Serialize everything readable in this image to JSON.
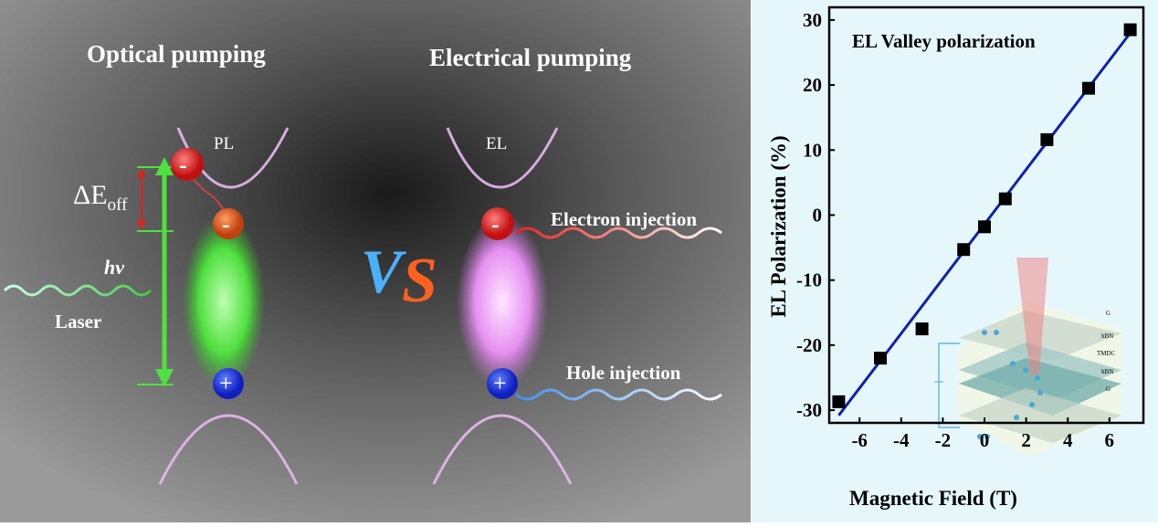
{
  "diagram": {
    "optical_title": "Optical pumping",
    "electrical_title": "Electrical pumping",
    "pl_label": "PL",
    "el_label": "EL",
    "delta_e_label": "ΔE",
    "delta_e_sub": "off",
    "hv_label": "hv",
    "laser_label": "Laser",
    "electron_injection": "Electron injection",
    "hole_injection": "Hole injection",
    "vs_label": "VS",
    "minus": "-",
    "plus": "+"
  },
  "inset": {
    "layers": [
      "G",
      "hBN",
      "TMDC",
      "hBN",
      "G"
    ]
  },
  "chart_data": {
    "type": "scatter",
    "title": "EL Valley polarization",
    "xlabel": "Magnetic Field (T)",
    "ylabel": "EL Polarization (%)",
    "xlim": [
      -7.4,
      7.7
    ],
    "ylim": [
      -32,
      32
    ],
    "xticks": [
      -6,
      -4,
      -2,
      0,
      2,
      4,
      6
    ],
    "yticks": [
      -30,
      -20,
      -10,
      0,
      10,
      20,
      30
    ],
    "x": [
      -7,
      -5,
      -3,
      -1,
      0,
      1,
      3,
      5,
      7
    ],
    "y": [
      -28.7,
      -22,
      -17.5,
      -5.3,
      -1.8,
      2.5,
      11.6,
      19.5,
      28.5
    ],
    "fit": {
      "x": [
        -7,
        7
      ],
      "y": [
        -30.8,
        28
      ]
    },
    "colors": {
      "points": "#000000",
      "fit": "#1020b0"
    },
    "grid": false
  }
}
